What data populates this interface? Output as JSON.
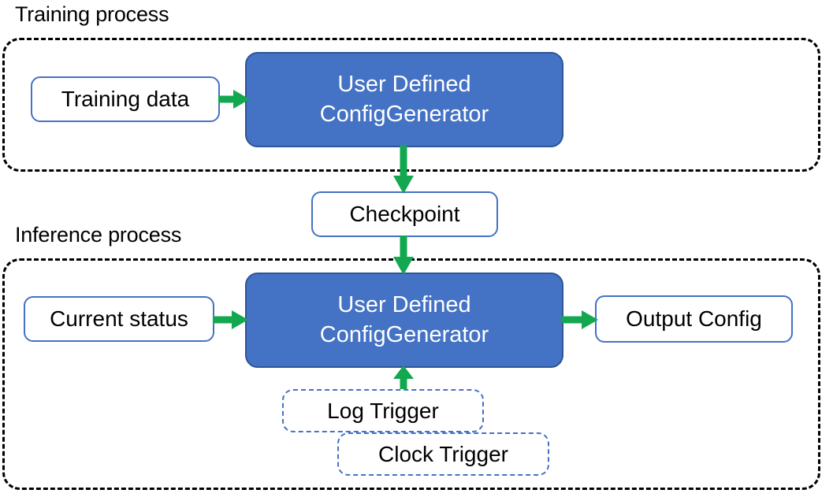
{
  "diagram": {
    "title_training": "Training process",
    "title_inference": "Inference process",
    "colors": {
      "process_fill": "#4472C4",
      "process_border": "#2F5597",
      "io_border": "#4472C4",
      "arrow": "#13A750",
      "group_border": "#000000",
      "text_light": "#FFFFFF",
      "text_dark": "#000000"
    },
    "training": {
      "input": {
        "label": "Training data"
      },
      "process": {
        "line1": "User Defined",
        "line2": "ConfigGenerator"
      }
    },
    "checkpoint": {
      "label": "Checkpoint"
    },
    "inference": {
      "input": {
        "label": "Current status"
      },
      "process": {
        "line1": "User Defined",
        "line2": "ConfigGenerator"
      },
      "output": {
        "label": "Output Config"
      },
      "triggers": [
        {
          "label": "Log Trigger"
        },
        {
          "label": "Clock Trigger"
        }
      ]
    },
    "edges": [
      {
        "from": "Training data",
        "to": "User Defined ConfigGenerator (training)",
        "direction": "right"
      },
      {
        "from": "User Defined ConfigGenerator (training)",
        "to": "Checkpoint",
        "direction": "down"
      },
      {
        "from": "Checkpoint",
        "to": "User Defined ConfigGenerator (inference)",
        "direction": "down"
      },
      {
        "from": "Current status",
        "to": "User Defined ConfigGenerator (inference)",
        "direction": "right"
      },
      {
        "from": "User Defined ConfigGenerator (inference)",
        "to": "Output Config",
        "direction": "right"
      },
      {
        "from": "Log Trigger / Clock Trigger",
        "to": "User Defined ConfigGenerator (inference)",
        "direction": "up"
      }
    ]
  }
}
